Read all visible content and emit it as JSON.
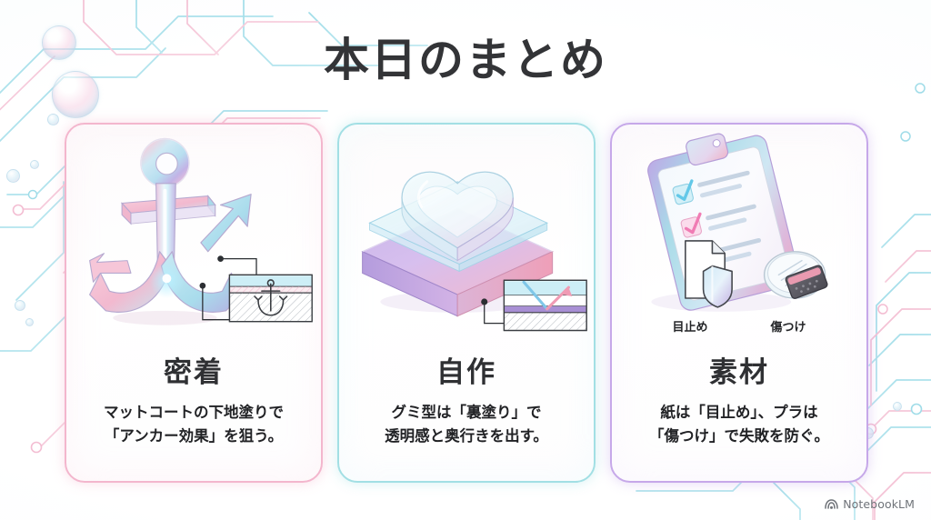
{
  "slide": {
    "title": "本日のまとめ",
    "background_color": "#ffffff",
    "accent_pink": "#f3b6cd",
    "accent_cyan": "#a2dfe4",
    "accent_purple": "#c6a8e9"
  },
  "cards": [
    {
      "heading": "密着",
      "description_line1": "マットコートの下地塗りで",
      "description_line2": "「アンカー効果」を狙う。",
      "illustration": "anchor-cross-section-illustration",
      "border_color": "#f3b6cd"
    },
    {
      "heading": "自作",
      "description_line1": "グミ型は「裏塗り」で",
      "description_line2": "透明感と奥行きを出す。",
      "illustration": "heart-mold-layers-illustration",
      "border_color": "#a2dfe4"
    },
    {
      "heading": "素材",
      "description_line1": "紙は「目止め」、プラは",
      "description_line2": "「傷つけ」で失敗を防ぐ。",
      "illustration": "clipboard-checklist-illustration",
      "border_color": "#c6a8e9",
      "icon_captions": [
        {
          "label": "目止め",
          "icon": "paper-shield-icon"
        },
        {
          "label": "傷つけ",
          "icon": "sanding-pad-icon"
        }
      ]
    }
  ],
  "watermark": {
    "label": "NotebookLM",
    "icon": "notebooklm-logo-icon"
  }
}
